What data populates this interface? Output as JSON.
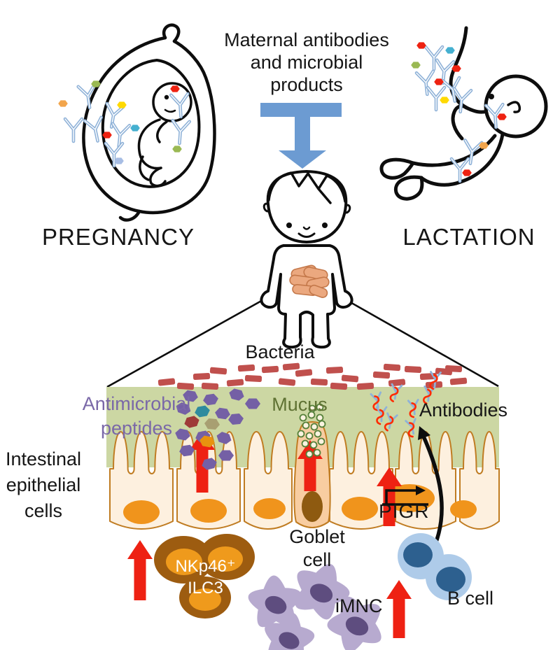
{
  "labels": {
    "top": "Maternal antibodies\nand microbial\nproducts",
    "pregnancy": "PREGNANCY",
    "lactation": "LACTATION",
    "bacteria": "Bacteria",
    "antimicrobial": "Antimicrobial\npeptides",
    "mucus": "Mucus",
    "antibodies": "Antibodies",
    "intestinal": "Intestinal\nepithelial\ncells",
    "goblet": "Goblet\ncell",
    "ilc3": "NKp46⁺\nILC3",
    "imnc": "iMNC",
    "bcell": "B cell",
    "pigr": "PIGR"
  },
  "colors": {
    "arrow_blue": "#6c9bd2",
    "red": "#ee2113",
    "mucus_green": "#ccd7a3",
    "bacteria_red": "#c0504d",
    "cell_fill": "#fdf0df",
    "cell_stroke": "#c07c22",
    "nucleus": "#f0941c",
    "goblet_fill": "#f8cda1",
    "goblet_nucleus": "#8e5a10",
    "granule": "#55813a",
    "granule_fill": "#faf3e0",
    "antibody_blue": "#8fb2d8",
    "secretory_red": "#ff2a00",
    "hex_purple": "#7460a5",
    "hex_teal": "#2e8b9e",
    "hex_darkred": "#9e3a38",
    "hex_tan": "#a89f72",
    "hex_orange": "#e8920f",
    "ilc3_outer": "#9d5c10",
    "ilc3_inner": "#ef9a1c",
    "imnc_body": "#b7aacf",
    "imnc_nucleus": "#5e4d7f",
    "bcell_body": "#aecbe9",
    "bcell_nucleus": "#2d608f",
    "text_purple": "#7a68a8",
    "text_olive": "#5f7233",
    "intestine_fill": "#eba87f",
    "intestine_stroke": "#c4784a",
    "dot_red": "#ee2211",
    "dot_yellow": "#ffd900",
    "dot_orange": "#f2a54c",
    "dot_green": "#9ab953",
    "dot_cyan": "#45b0d0",
    "dot_lightblue": "#a7bde4"
  },
  "scatter": {
    "bacteria": [
      [
        238,
        546,
        -6
      ],
      [
        265,
        552,
        4
      ],
      [
        288,
        538,
        -3
      ],
      [
        312,
        530,
        5
      ],
      [
        336,
        547,
        -5
      ],
      [
        362,
        541,
        3
      ],
      [
        386,
        528,
        -4
      ],
      [
        410,
        546,
        6
      ],
      [
        434,
        533,
        -6
      ],
      [
        456,
        546,
        3
      ],
      [
        478,
        529,
        -3
      ],
      [
        500,
        541,
        5
      ],
      [
        522,
        552,
        -4
      ],
      [
        545,
        536,
        4
      ],
      [
        567,
        547,
        -6
      ],
      [
        590,
        528,
        3
      ],
      [
        612,
        538,
        -3
      ],
      [
        634,
        531,
        5
      ],
      [
        655,
        545,
        -5
      ],
      [
        300,
        552,
        3
      ],
      [
        352,
        526,
        -4
      ],
      [
        560,
        525,
        4
      ],
      [
        620,
        550,
        -3
      ],
      [
        484,
        552,
        4
      ],
      [
        416,
        524,
        -5
      ],
      [
        648,
        527,
        3
      ]
    ],
    "hexagons": [
      [
        272,
        566,
        "purple",
        10
      ],
      [
        301,
        571,
        "purple",
        -8
      ],
      [
        338,
        564,
        "purple",
        15
      ],
      [
        361,
        577,
        "purple",
        0
      ],
      [
        262,
        584,
        "purple",
        20
      ],
      [
        289,
        588,
        "teal",
        -10
      ],
      [
        318,
        591,
        "purple",
        8
      ],
      [
        274,
        603,
        "darkred",
        -15
      ],
      [
        303,
        606,
        "tan",
        5
      ],
      [
        337,
        599,
        "purple",
        -5
      ],
      [
        261,
        621,
        "purple",
        12
      ],
      [
        290,
        624,
        "purple",
        -12
      ],
      [
        320,
        626,
        "purple",
        18
      ],
      [
        267,
        644,
        "purple",
        -8
      ],
      [
        296,
        631,
        "orange",
        10
      ],
      [
        323,
        651,
        "purple",
        0
      ],
      [
        299,
        663,
        "purple",
        -14
      ]
    ],
    "secretory": [
      [
        538,
        569,
        -10
      ],
      [
        566,
        557,
        8
      ],
      [
        591,
        579,
        -6
      ],
      [
        613,
        560,
        6
      ],
      [
        559,
        599,
        12
      ],
      [
        588,
        607,
        -12
      ],
      [
        545,
        589,
        0
      ],
      [
        622,
        539,
        4
      ]
    ],
    "granules": [
      [
        433,
        597
      ],
      [
        445,
        593
      ],
      [
        457,
        597
      ],
      [
        437,
        608
      ],
      [
        449,
        610
      ],
      [
        460,
        606
      ],
      [
        430,
        620
      ],
      [
        442,
        623
      ],
      [
        454,
        620
      ],
      [
        436,
        634
      ],
      [
        448,
        636
      ],
      [
        459,
        631
      ],
      [
        442,
        649
      ],
      [
        453,
        647
      ],
      [
        446,
        584
      ],
      [
        457,
        582
      ]
    ],
    "pregnancy_antibodies": [
      [
        125,
        132,
        -8
      ],
      [
        105,
        180,
        0
      ],
      [
        163,
        160,
        10
      ],
      [
        135,
        180,
        -12
      ],
      [
        172,
        188,
        6
      ],
      [
        163,
        215,
        0
      ],
      [
        257,
        145,
        -4
      ],
      [
        258,
        183,
        4
      ]
    ],
    "pregnancy_dots": [
      [
        137,
        120,
        "green"
      ],
      [
        90,
        148,
        "orange"
      ],
      [
        174,
        150,
        "yellow"
      ],
      [
        193,
        183,
        "cyan"
      ],
      [
        153,
        193,
        "red"
      ],
      [
        170,
        230,
        "lightblue"
      ],
      [
        250,
        127,
        "red"
      ],
      [
        253,
        213,
        "green"
      ]
    ],
    "lactation_antibodies": [
      [
        620,
        77,
        0
      ],
      [
        608,
        113,
        -6
      ],
      [
        635,
        97,
        6
      ],
      [
        623,
        135,
        0
      ],
      [
        646,
        123,
        -10
      ],
      [
        660,
        138,
        6
      ],
      [
        707,
        160,
        -4
      ],
      [
        675,
        212,
        8
      ],
      [
        657,
        237,
        0
      ]
    ],
    "lactation_dots": [
      [
        602,
        65,
        "red"
      ],
      [
        643,
        72,
        "cyan"
      ],
      [
        594,
        93,
        "green"
      ],
      [
        652,
        98,
        "red"
      ],
      [
        627,
        117,
        "red"
      ],
      [
        635,
        143,
        "yellow"
      ],
      [
        717,
        167,
        "red"
      ],
      [
        691,
        208,
        "orange"
      ],
      [
        667,
        247,
        "red"
      ]
    ],
    "red_arrows": [
      [
        289,
        616,
        704
      ],
      [
        443,
        629,
        702
      ],
      [
        556,
        668,
        752
      ],
      [
        200,
        772,
        858
      ],
      [
        570,
        829,
        912
      ]
    ]
  },
  "epithelium": {
    "cells": [
      [
        155,
        94,
        3
      ],
      [
        251,
        94,
        3
      ],
      [
        347,
        72,
        2
      ],
      [
        469,
        94,
        3
      ],
      [
        563,
        90,
        3
      ],
      [
        655,
        60,
        2
      ]
    ],
    "nuclei": [
      [
        202,
        732,
        26,
        17
      ],
      [
        298,
        730,
        26,
        17
      ],
      [
        385,
        727,
        23,
        15
      ],
      [
        514,
        727,
        26,
        17
      ],
      [
        662,
        728,
        19,
        13
      ]
    ],
    "pigr_nucleus": [
      585,
      712,
      36,
      20
    ],
    "goblet_nucleus": [
      446,
      724,
      15,
      22
    ]
  },
  "imnc_cells": [
    [
      393,
      862,
      1.0,
      15
    ],
    [
      458,
      845,
      1.05,
      40
    ],
    [
      509,
      892,
      1.05,
      70
    ],
    [
      412,
      913,
      0.95,
      100
    ]
  ]
}
